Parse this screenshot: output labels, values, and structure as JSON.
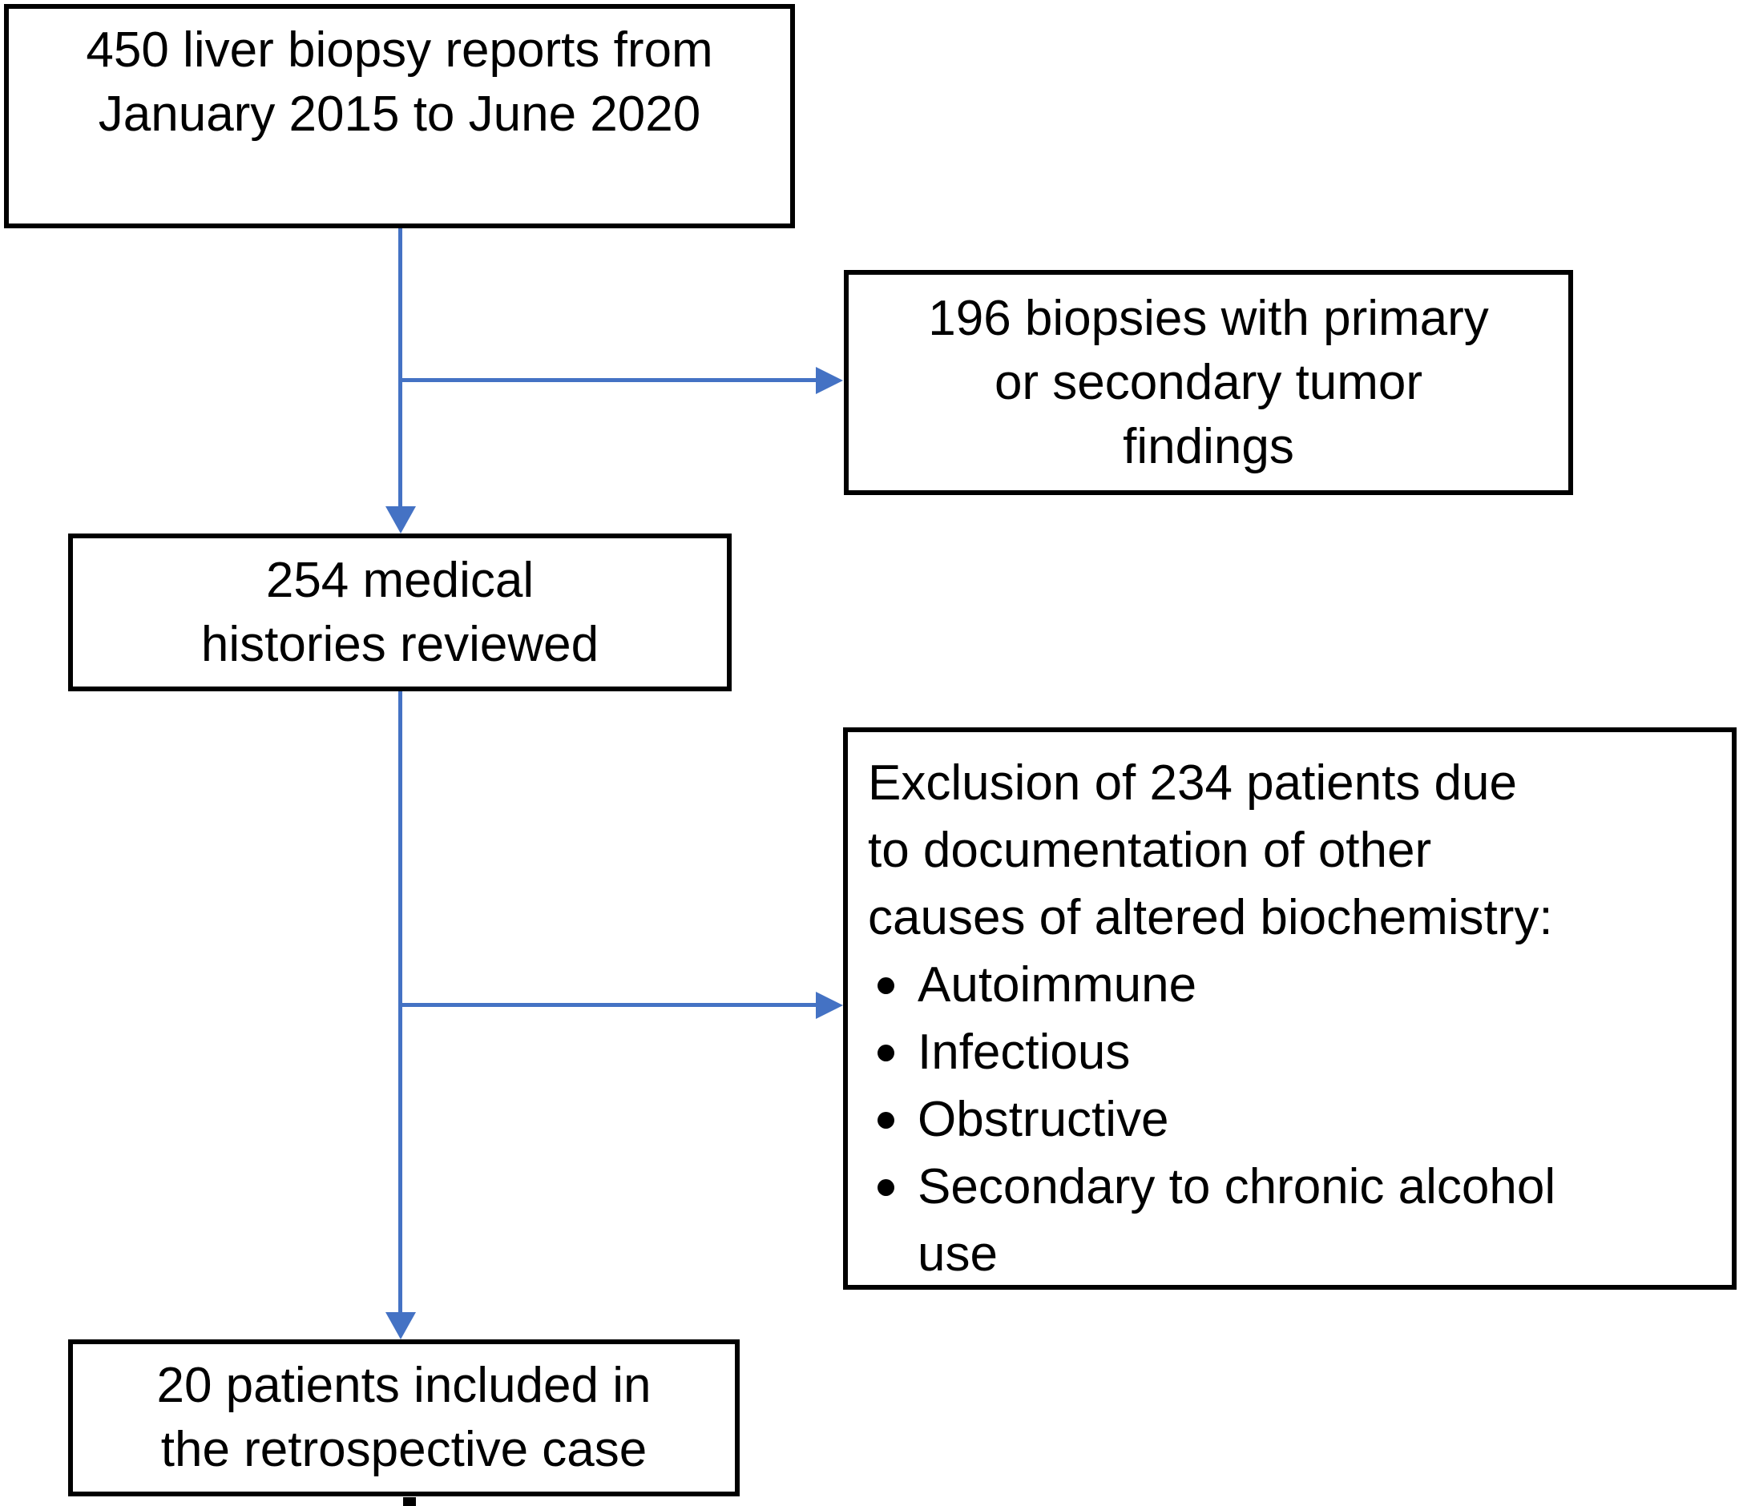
{
  "figure": {
    "type": "flowchart",
    "description": "Patient selection flow diagram for retrospective liver biopsy study",
    "colors": {
      "arrow": "#4472C4",
      "border": "#000000",
      "text": "#000000",
      "background": "#FFFFFF"
    },
    "boxes": {
      "total_reports": {
        "lines": [
          "450 liver biopsy reports from",
          "January 2015 to June 2020"
        ]
      },
      "tumor_excluded": {
        "lines": [
          "196 biopsies with primary",
          "or secondary tumor",
          "findings"
        ]
      },
      "histories_reviewed": {
        "lines": [
          "254 medical",
          "histories reviewed"
        ]
      },
      "exclusion": {
        "lines": [
          "Exclusion of 234 patients due",
          "to documentation of other",
          "causes of altered biochemistry:"
        ],
        "bullets": [
          {
            "lines": [
              "Autoimmune"
            ]
          },
          {
            "lines": [
              "Infectious"
            ]
          },
          {
            "lines": [
              "Obstructive"
            ]
          },
          {
            "lines": [
              "Secondary to chronic alcohol",
              "use"
            ]
          }
        ]
      },
      "included": {
        "lines": [
          "20 patients included in",
          "the retrospective case"
        ]
      }
    }
  }
}
